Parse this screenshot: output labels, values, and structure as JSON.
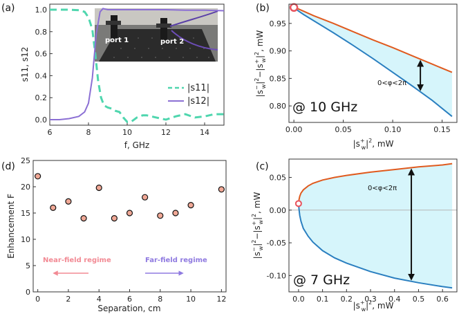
{
  "colors": {
    "s11": "#4fd6ae",
    "s12": "#8b6fd4",
    "upper": "#e05a1e",
    "lower": "#2a7fc0",
    "fill": "#d6f5fb",
    "marker_face": "#f0a896",
    "near_field": "#f28a94",
    "far_field": "#8f7ae0",
    "ring": "#e8545e"
  },
  "chart_data": [
    {
      "id": "a",
      "type": "line",
      "panel_label": "(a)",
      "xlabel": "f, GHz",
      "ylabel": "s11, s12",
      "xlim": [
        6,
        15
      ],
      "ylim": [
        -0.05,
        1.05
      ],
      "xticks": [
        "6",
        "8",
        "10",
        "12",
        "14"
      ],
      "yticks": [
        "0.0",
        "0.2",
        "0.4",
        "0.6",
        "0.8",
        "1.0"
      ],
      "photo_labels": [
        "port 1",
        "port 2"
      ],
      "series": [
        {
          "name": "|s11|",
          "style": "dashed",
          "x": [
            6.0,
            6.5,
            7.0,
            7.5,
            7.8,
            8.0,
            8.2,
            8.35,
            8.5,
            8.65,
            8.8,
            9.0,
            9.2,
            9.4,
            9.6,
            9.8,
            10.0,
            10.2,
            10.5,
            10.8,
            11.0,
            11.5,
            12.0,
            12.5,
            13.0,
            13.5,
            14.0,
            14.5,
            15.0
          ],
          "values": [
            1.0,
            1.0,
            1.0,
            0.995,
            0.98,
            0.93,
            0.82,
            0.6,
            0.35,
            0.2,
            0.13,
            0.11,
            0.1,
            0.08,
            0.07,
            0.02,
            -0.02,
            -0.02,
            0.02,
            0.04,
            0.04,
            0.02,
            0.0,
            0.03,
            0.05,
            0.02,
            0.03,
            0.05,
            0.05
          ]
        },
        {
          "name": "|s12|",
          "style": "solid",
          "x": [
            6.0,
            6.5,
            7.0,
            7.5,
            7.8,
            8.0,
            8.2,
            8.4,
            8.6,
            8.75,
            9.0,
            9.5,
            10.0,
            11.0,
            12.0,
            13.0,
            14.0,
            15.0
          ],
          "values": [
            0.0,
            0.0,
            0.01,
            0.03,
            0.07,
            0.15,
            0.38,
            0.78,
            0.98,
            1.01,
            1.0,
            1.0,
            1.0,
            1.0,
            1.0,
            0.995,
            0.995,
            0.99
          ]
        }
      ]
    },
    {
      "id": "b",
      "type": "area",
      "panel_label": "(b)",
      "annotation": "@ 10 GHz",
      "phase_label": "0<φ<2π",
      "xlabel_base": "|s",
      "xlabel_sub": "w",
      "xlabel_sup": "+",
      "xlabel_tail": "|",
      "xlabel_power": "2",
      "xlabel_unit": ", mW",
      "ylabel_base": "|s",
      "ylabel_sub": "w",
      "ylabel_sup_minus": "−",
      "ylabel_sup_plus": "+",
      "ylabel_mid": "|",
      "ylabel_power": "2",
      "ylabel_minus": "−|s",
      "ylabel_unit": ", mW",
      "xlim": [
        -0.005,
        0.165
      ],
      "ylim": [
        0.77,
        0.985
      ],
      "xticks": [
        "0.00",
        "0.05",
        "0.10",
        "0.15"
      ],
      "xtick_values": [
        0,
        0.05,
        0.1,
        0.15
      ],
      "yticks": [
        "0.80",
        "0.85",
        "0.90",
        "0.95"
      ],
      "ytick_values": [
        0.8,
        0.85,
        0.9,
        0.95
      ],
      "series": [
        {
          "name": "upper",
          "x": [
            0.0,
            0.002,
            0.005,
            0.01,
            0.02,
            0.04,
            0.06,
            0.08,
            0.1,
            0.12,
            0.14,
            0.16
          ],
          "values": [
            0.979,
            0.978,
            0.976,
            0.972,
            0.964,
            0.95,
            0.935,
            0.92,
            0.906,
            0.891,
            0.876,
            0.861
          ]
        },
        {
          "name": "lower",
          "x": [
            0.0,
            0.002,
            0.005,
            0.01,
            0.02,
            0.04,
            0.06,
            0.08,
            0.1,
            0.12,
            0.14,
            0.16
          ],
          "values": [
            0.979,
            0.976,
            0.972,
            0.966,
            0.955,
            0.933,
            0.91,
            0.886,
            0.861,
            0.836,
            0.81,
            0.781
          ]
        }
      ],
      "start_point": [
        0.0,
        0.979
      ]
    },
    {
      "id": "c",
      "type": "area",
      "panel_label": "(c)",
      "annotation": "@ 7 GHz",
      "phase_label": "0<φ<2π",
      "xlim": [
        -0.04,
        0.66
      ],
      "ylim": [
        -0.125,
        0.078
      ],
      "xticks": [
        "0.0",
        "0.1",
        "0.2",
        "0.3",
        "0.4",
        "0.5",
        "0.6"
      ],
      "xtick_values": [
        0,
        0.1,
        0.2,
        0.3,
        0.4,
        0.5,
        0.6
      ],
      "yticks": [
        "-0.10",
        "-0.05",
        "0.00",
        "0.05"
      ],
      "ytick_values": [
        -0.1,
        -0.05,
        0.0,
        0.05
      ],
      "series": [
        {
          "name": "upper",
          "x": [
            0.0,
            0.002,
            0.005,
            0.01,
            0.02,
            0.04,
            0.06,
            0.1,
            0.15,
            0.2,
            0.3,
            0.4,
            0.5,
            0.6,
            0.64
          ],
          "values": [
            0.01,
            0.016,
            0.021,
            0.026,
            0.031,
            0.037,
            0.041,
            0.046,
            0.05,
            0.053,
            0.058,
            0.062,
            0.066,
            0.069,
            0.071
          ]
        },
        {
          "name": "lower",
          "x": [
            0.0,
            0.002,
            0.005,
            0.01,
            0.02,
            0.04,
            0.06,
            0.1,
            0.15,
            0.2,
            0.3,
            0.4,
            0.5,
            0.6,
            0.64
          ],
          "values": [
            0.01,
            0.001,
            -0.008,
            -0.017,
            -0.028,
            -0.04,
            -0.049,
            -0.062,
            -0.073,
            -0.081,
            -0.094,
            -0.104,
            -0.111,
            -0.117,
            -0.119
          ]
        }
      ],
      "start_point": [
        0.0,
        0.01
      ]
    },
    {
      "id": "d",
      "type": "scatter",
      "panel_label": "(d)",
      "xlabel": "Separation, cm",
      "ylabel": "Enhancement F",
      "xlim": [
        -0.3,
        12.3
      ],
      "ylim": [
        0,
        25
      ],
      "xticks": [
        "0",
        "2",
        "4",
        "6",
        "8",
        "10",
        "12"
      ],
      "xtick_values": [
        0,
        2,
        4,
        6,
        8,
        10,
        12
      ],
      "yticks": [
        "0",
        "5",
        "10",
        "15",
        "20",
        "25"
      ],
      "ytick_values": [
        0,
        5,
        10,
        15,
        20,
        25
      ],
      "near_field_label": "Near-field regime",
      "far_field_label": "Far-field regime",
      "x": [
        0,
        1,
        2,
        3,
        4,
        5,
        6,
        7,
        8,
        9,
        10,
        12
      ],
      "values": [
        22.0,
        16.0,
        17.2,
        14.0,
        19.8,
        14.0,
        15.0,
        18.0,
        14.5,
        15.0,
        16.5,
        19.5
      ]
    }
  ]
}
